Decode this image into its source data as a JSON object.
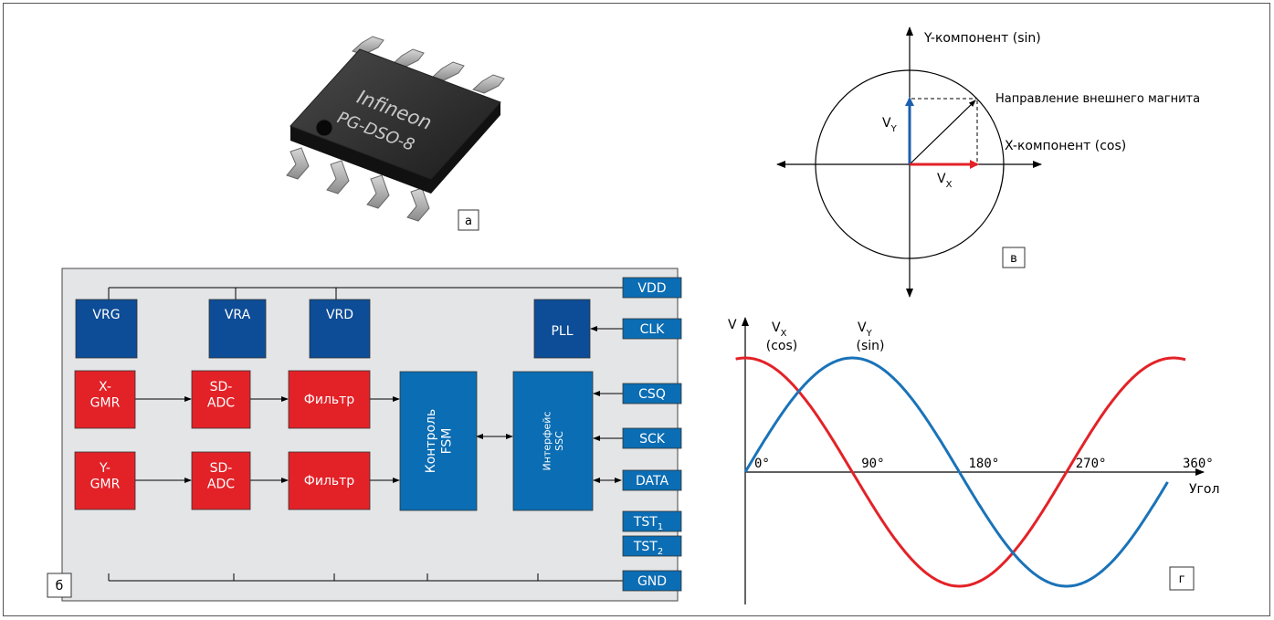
{
  "panels": {
    "a": "а",
    "b": "б",
    "v": "в",
    "g": "г"
  },
  "chip": {
    "brand": "Infineon",
    "package": "PG-DSO-8"
  },
  "block_diagram": {
    "regulators": [
      "VRG",
      "VRA",
      "VRD"
    ],
    "pll": "PLL",
    "x_gmr": "X-\nGMR",
    "y_gmr": "Y-\nGMR",
    "adc": "SD-\nADC",
    "filter": "Фильтр",
    "fsm": "Контроль\nFSM",
    "ssc": "Интерфейс\nSSC",
    "pins": {
      "vdd": "VDD",
      "clk": "CLK",
      "csq": "CSQ",
      "sck": "SCK",
      "data": "DATA",
      "tst1_base": "TST",
      "tst1_sub": "1",
      "tst2_base": "TST",
      "tst2_sub": "2",
      "gnd": "GND"
    },
    "colors": {
      "blue": "#0b6db3",
      "dark_blue": "#0d4c96",
      "red": "#e32228",
      "bg": "#e4e5e7"
    }
  },
  "vector_diagram": {
    "y_label": "Y-компонент (sin)",
    "x_label": "X-компонент (cos)",
    "magnet_label": "Направление внешнего магнита",
    "vy_base": "V",
    "vy_sub": "Y",
    "vx_base": "V",
    "vx_sub": "X",
    "colors": {
      "vy": "#1c5fae",
      "vx": "#e32228"
    }
  },
  "chart_data": {
    "type": "line",
    "ylabel": "V",
    "xlabel": "Угол",
    "x_ticks": [
      "0°",
      "90°",
      "180°",
      "270°",
      "360°"
    ],
    "series": [
      {
        "name_base": "V",
        "name_sub": "X",
        "name_note": "(cos)",
        "color": "#e32228",
        "function": "cos",
        "x_range": [
          -8,
          370
        ]
      },
      {
        "name_base": "V",
        "name_sub": "Y",
        "name_note": "(sin)",
        "color": "#1a73b8",
        "function": "sin",
        "x_range": [
          0,
          355
        ]
      }
    ]
  }
}
